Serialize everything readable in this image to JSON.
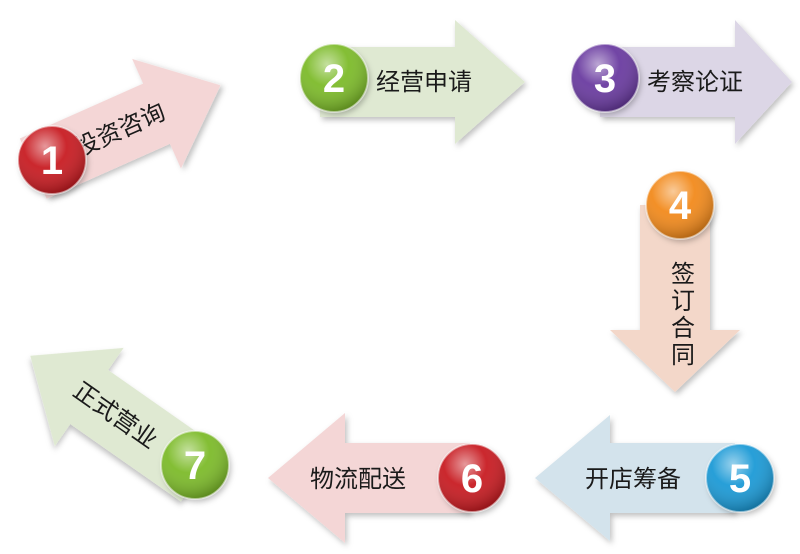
{
  "steps": [
    {
      "num": "1",
      "label": "投资咨询",
      "color": "#c81e22",
      "arrow": "#f4d6d6"
    },
    {
      "num": "2",
      "label": "经营申请",
      "color": "#7dbb2a",
      "arrow": "#dfe9d2"
    },
    {
      "num": "3",
      "label": "考察论证",
      "color": "#6a3aa0",
      "arrow": "#dcd6e6"
    },
    {
      "num": "4",
      "label": "签订合同",
      "color": "#f28a1a",
      "arrow": "#f3d7c9"
    },
    {
      "num": "5",
      "label": "开店筹备",
      "color": "#1f9ad6",
      "arrow": "#d3e3ec"
    },
    {
      "num": "6",
      "label": "物流配送",
      "color": "#c81e22",
      "arrow": "#f4d6d6"
    },
    {
      "num": "7",
      "label": "正式营业",
      "color": "#7dbb2a",
      "arrow": "#dfe9d2"
    }
  ]
}
